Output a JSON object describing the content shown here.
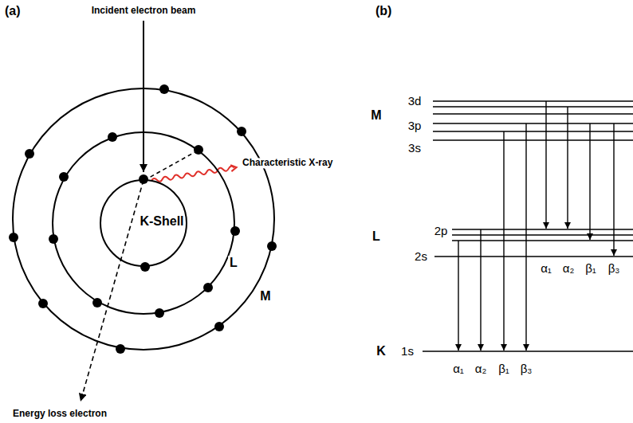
{
  "diagram": {
    "nodes": [
      {
        "text": [
          "M"
        ]
      },
      {
        "text": [
          "L"
        ],
        "in": 0
      },
      {
        "text": [
          "K-Shell"
        ],
        "in": 1
      }
    ],
    "labels": [
      "(a)",
      "Incident electron beam",
      "Characteristic X-ray",
      "Energy loss electron",
      "(b)",
      "M",
      "3d",
      "3p",
      "3s",
      "L",
      "2p",
      "2s",
      "K",
      "1s",
      "α₁",
      "α₂",
      "β₁",
      "β₃",
      "α₁",
      "α₂",
      "β₁",
      "β₃"
    ]
  }
}
